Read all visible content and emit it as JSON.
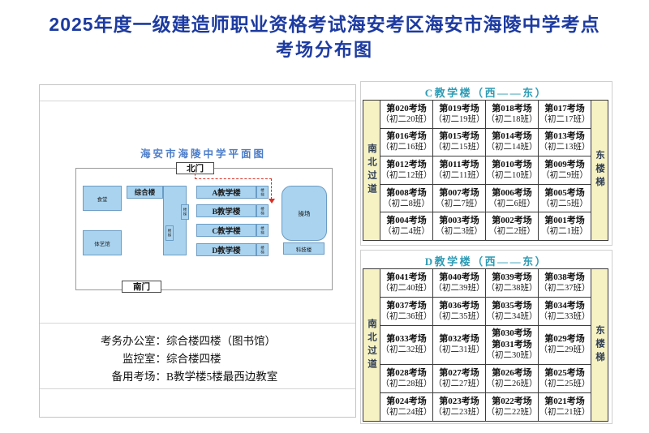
{
  "title": {
    "line1": "2025年度一级建造师职业资格考试海安考区海安市海陵中学考点",
    "line2": "考场分布图"
  },
  "map": {
    "title": "海安市海陵中学平面图",
    "north_gate": "北门",
    "south_gate": "南门",
    "canteen": "食堂",
    "sports_hall": "体艺馆",
    "complex_building": "综合楼",
    "building_a": "A教学楼",
    "building_b": "B教学楼",
    "building_c": "C教学楼",
    "building_d": "D教学楼",
    "playground": "操场",
    "science_building": "科技楼",
    "stairs": "楼梯"
  },
  "notes": [
    {
      "label": "考务办公室：",
      "value": "综合楼四楼（图书馆）"
    },
    {
      "label": "监控室：",
      "value": "综合楼四楼"
    },
    {
      "label": "备用考场：",
      "value": "B教学楼5楼最西边教室"
    }
  ],
  "tables": [
    {
      "title": "C教学楼（西——东）",
      "left_label": "南北过道",
      "right_label": "东楼梯",
      "rows": [
        [
          {
            "room": "第020考场",
            "cls": "（初二20班）"
          },
          {
            "room": "第019考场",
            "cls": "（初二19班）"
          },
          {
            "room": "第018考场",
            "cls": "（初二18班）"
          },
          {
            "room": "第017考场",
            "cls": "（初二17班）"
          }
        ],
        [
          {
            "room": "第016考场",
            "cls": "（初二16班）"
          },
          {
            "room": "第015考场",
            "cls": "（初二15班）"
          },
          {
            "room": "第014考场",
            "cls": "（初二14班）"
          },
          {
            "room": "第013考场",
            "cls": "（初二13班）"
          }
        ],
        [
          {
            "room": "第012考场",
            "cls": "（初二12班）"
          },
          {
            "room": "第011考场",
            "cls": "（初二11班）"
          },
          {
            "room": "第010考场",
            "cls": "（初二10班）"
          },
          {
            "room": "第009考场",
            "cls": "（初二9班）"
          }
        ],
        [
          {
            "room": "第008考场",
            "cls": "（初二8班）"
          },
          {
            "room": "第007考场",
            "cls": "（初二7班）"
          },
          {
            "room": "第006考场",
            "cls": "（初二6班）"
          },
          {
            "room": "第005考场",
            "cls": "（初二5班）"
          }
        ],
        [
          {
            "room": "第004考场",
            "cls": "（初二4班）"
          },
          {
            "room": "第003考场",
            "cls": "（初二3班）"
          },
          {
            "room": "第002考场",
            "cls": "（初二2班）"
          },
          {
            "room": "第001考场",
            "cls": "（初二1班）"
          }
        ]
      ]
    },
    {
      "title": "D教学楼（西——东）",
      "left_label": "南北过道",
      "right_label": "东楼梯",
      "rows": [
        [
          {
            "room": "第041考场",
            "cls": "（初二40班）"
          },
          {
            "room": "第040考场",
            "cls": "（初二39班）"
          },
          {
            "room": "第039考场",
            "cls": "（初二38班）"
          },
          {
            "room": "第038考场",
            "cls": "（初二37班）"
          }
        ],
        [
          {
            "room": "第037考场",
            "cls": "（初二36班）"
          },
          {
            "room": "第036考场",
            "cls": "（初二35班）"
          },
          {
            "room": "第035考场",
            "cls": "（初二34班）"
          },
          {
            "room": "第034考场",
            "cls": "（初二33班）"
          }
        ],
        [
          {
            "room": "第033考场",
            "cls": "（初二32班）"
          },
          {
            "room": "第032考场",
            "cls": "（初二31班）"
          },
          {
            "room": "第030考场",
            "room2": "第031考场",
            "cls": "（初二30班）"
          },
          {
            "room": "第029考场",
            "cls": "（初二29班）"
          }
        ],
        [
          {
            "room": "第028考场",
            "cls": "（初二28班）"
          },
          {
            "room": "第027考场",
            "cls": "（初二27班）"
          },
          {
            "room": "第026考场",
            "cls": "（初二26班）"
          },
          {
            "room": "第025考场",
            "cls": "（初二25班）"
          }
        ],
        [
          {
            "room": "第024考场",
            "cls": "（初二24班）"
          },
          {
            "room": "第023考场",
            "cls": "（初二23班）"
          },
          {
            "room": "第022考场",
            "cls": "（初二22班）"
          },
          {
            "room": "第021考场",
            "cls": "（初二21班）"
          }
        ]
      ]
    }
  ],
  "colors": {
    "title_blue": "#1c3aa0",
    "map_title_blue": "#4a7cc9",
    "table_header_teal": "#2e9cb5",
    "aisle_yellow": "#f6f2c4",
    "building_fill": "#a9d3ef",
    "route_red": "#d93025"
  }
}
